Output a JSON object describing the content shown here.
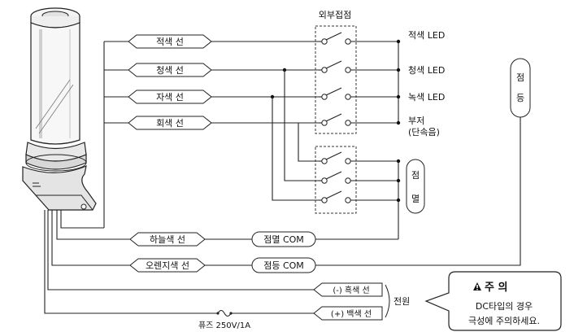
{
  "diagram": {
    "external_contact_title": "외부접점",
    "wires": {
      "red": "적색 선",
      "blue": "청색 선",
      "purple": "자색 선",
      "gray": "회색 선",
      "skyblue": "하늘색 선",
      "orange": "오렌지색 선",
      "black": "(-) 흑색 선",
      "white": "(+) 백색 선"
    },
    "outputs": {
      "red_led": "적색 LED",
      "blue_led": "청색 LED",
      "green_led": "녹색 LED",
      "buzzer": "부저",
      "buzzer_sub": "(단속음)"
    },
    "group_steady_line1": "점",
    "group_steady_line2": "등",
    "group_blink_line1": "점",
    "group_blink_line2": "멸",
    "blink_com": "점멸 COM",
    "steady_com": "점등 COM",
    "power": "전원",
    "fuse": "퓨즈 250V/1A",
    "caution": {
      "title": "주 의",
      "line1": "DC타입의 경우",
      "line2": "극성에 주의하세요."
    }
  }
}
